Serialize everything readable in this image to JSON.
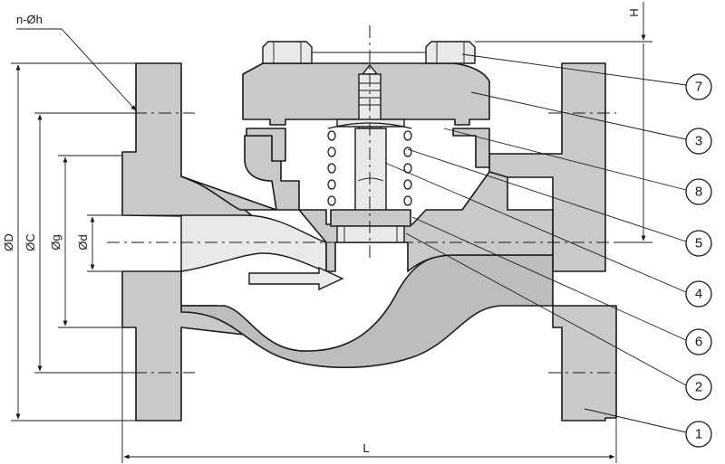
{
  "dimensions": {
    "bolt_holes": "n-Øh",
    "flange_od": "ØD",
    "bolt_circle": "ØC",
    "raised_face": "Øg",
    "bore": "Ød",
    "height": "H",
    "length": "L"
  },
  "callouts": [
    "1",
    "2",
    "3",
    "4",
    "5",
    "6",
    "7",
    "8"
  ]
}
